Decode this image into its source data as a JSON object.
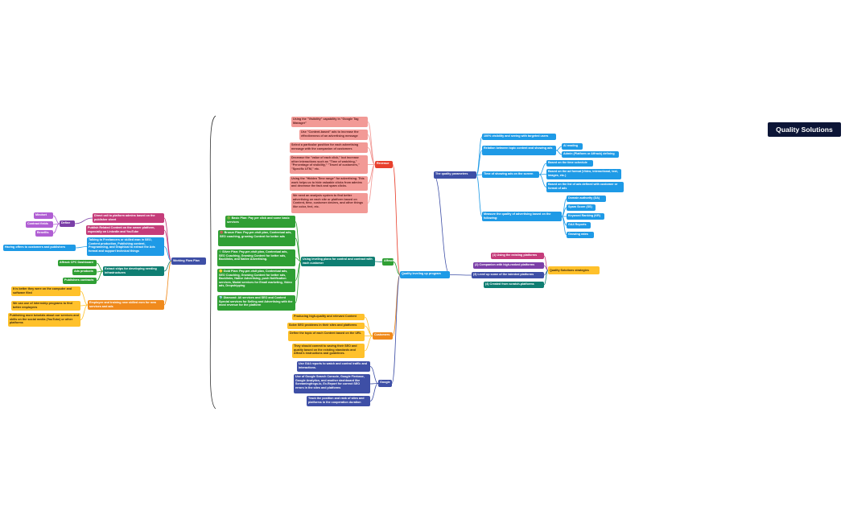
{
  "title": "Quality Solutions",
  "colors": {
    "teal": "#0f7e72",
    "blue": "#1e9ae6",
    "indigo": "#3e4fa6",
    "green": "#2f9f34",
    "purple": "#7b3fa8",
    "magenta": "#c53c7a",
    "orange": "#f08a1c",
    "yellow": "#ffc12b",
    "red": "#e8402d",
    "pink": "#f29a96",
    "violet": "#b05ed3"
  },
  "nodes": {
    "working_flow": "Working Flow Plan",
    "define": "Define",
    "mindset": "Mindset",
    "contract_fields": "Contract fields",
    "benefits": "Benefits",
    "direct_call": "Direct call to platform admins based on the publisher sheet",
    "publish_content": "Publish Related Content on the owner platform, especially on LinkedIn and YouTube",
    "talking_freelancers": "Talking to Freelancers or skilled man in SEO, Content production, Publishing content, Programming, and Graphical to extract the Ads format and support technical things",
    "offers": "Having offers to customers and publishers",
    "extract_ships": "Extract ships for developing needing infrastructures",
    "affrack_cpc": "Affrack CPC Dashboard",
    "ads_products": "Ads products",
    "publishers_contracts": "Publishers contracts",
    "employee_training": "Employee and training new skilled men for new services and ads",
    "emp_1": "It is better they were on the computer and software filed",
    "emp_2": "We can use of internship programs to find better employees",
    "emp_3": "Publishing more tutorials about our services and skills on the social media (YouTube) or other platforms",
    "using_leveling": "Using leveling plans for control and contract with each customer",
    "basic_plan": "🟢 Basic Plan: Pay per click and some basic services",
    "bronze_plan": "🟤 Bronze Plan: Pay-per-visit plan, Contextual ads, SEO coaching, growing Content for better ads",
    "silver_plan": "⚪ Silver Plan: Pay-per-visit plan, Contextual ads, SEO Coaching, Growing Content for better ads, Backlinks, and Native Advertising.",
    "gold_plan": "🟡 Gold Plan: Pay-per-visit plan, Contextual ads, SEO Coaching, Growing Content for better ads, Backlinks, Native Advertising, push Notification services, Modal services for Email marketing, Video ads, Dropshipping",
    "diamond_plan": "💎 Diamond: All services and SEO and Content Special services for Selling and Advertising with the most revenue for the platform",
    "affrack": "Affrack",
    "customers": "Customers",
    "google": "Google",
    "quality_program": "Quality leveling up program",
    "quality_params": "The quality parameters",
    "visibility": "100% visibility and seeing with targeted users",
    "relation_topic": "Relation between topic content and showing ads",
    "ai_reading": "AI reading",
    "admin_defining": "Admin (Platform or Affrack) defining",
    "time_showing": "Time of showing ads on the screen",
    "based_time": "Based on the time schedule",
    "based_format": "Based on the ad format (Video, interactional, text, images, etc.)",
    "based_list": "Based on the list of ads defined with customer or format of ads",
    "measure_quality": "Measure the quality of advertising based on the following:",
    "domain_authority": "Domain authority (DA)",
    "spam_score": "Spam Score (SS)",
    "keyword_ranking": "Keyword Ranking (KR)",
    "ga4_reports": "GA4 Reports",
    "growing_rates": "Growing rates",
    "strategies": "Quality Solutions strategies",
    "s1": "(1) Using the existing platforms",
    "s2": "(2) Companion with high-ranked platforms",
    "s3": "(3) Level up some of the talented platforms",
    "s4": "(4) Created from scratch-platforms",
    "revenue": "Revenue",
    "rev_1": "Using the \"Visibility\" capability in \"Google Tag Manager\"",
    "rev_2": "Use \"Content-based\" ads to increase the effectiveness of an advertising message",
    "rev_3": "Select a particular position for each advertising message with the companion of customers",
    "rev_4": "Decrease the \"value of each click,\" but increase other interactions such as \"Time of watching,\" \"Percentage of visibility,\" \"Travel of customers,\" \"Specific UTM,\" etc.",
    "rev_5": "Using the \"Hidden Time range\" for advertising. This work helps us to hide valuable clicks from admins and decrease the fack and spam clicks.",
    "rev_6": "We need an analysis system to find better advertising on each site or platform based on Content, time, customer desires, and other things like color, feel, etc.",
    "cus_1": "Producing high-quality and relevant Content",
    "cus_2": "Solve SEO problems in their sites and platforms",
    "cus_3": "Define the topic of each Content based on the URL",
    "cus_4": "They should commit to saving their SEO and quality based on the existing standards and Affrak's instructions and guidelines.",
    "g_1": "Use GA4 reports to watch and control traffic and interactions.",
    "g_2": "Use of Google Search Console, Google Firebase, Google Analytics, and another dashboard like Screamingfrogs.io, Ex.Report for correct SEO errors in the sites and platforms",
    "g_3": "Track the position and rank of sites and platforms in the cooperation duration"
  }
}
